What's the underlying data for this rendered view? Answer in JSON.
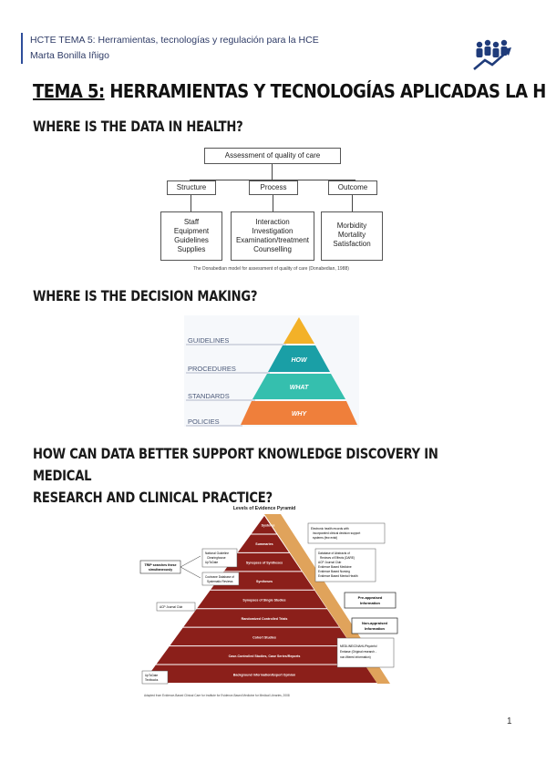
{
  "header": {
    "line1": "HCTE TEMA 5: Herramientas, tecnologías y regulación para la HCE",
    "line2": "Marta Bonilla Iñigo"
  },
  "title": {
    "prefix": "TEMA 5:",
    "rest": " HERRAMIENTAS Y TECNOLOGÍAS APLICADAS LA HCE"
  },
  "sections": {
    "s1": "WHERE IS THE DATA IN HEALTH?",
    "s2": "WHERE IS THE DECISION MAKING?",
    "s3a": "HOW CAN DATA BETTER SUPPORT KNOWLEDGE DISCOVERY IN MEDICAL",
    "s3b": "RESEARCH AND CLINICAL PRACTICE?"
  },
  "donabedian": {
    "top": "Assessment of quality of care",
    "structure": "Structure",
    "process": "Process",
    "outcome": "Outcome",
    "structure_items": [
      "Staff",
      "Equipment",
      "Guidelines",
      "Supplies"
    ],
    "process_items": [
      "Interaction",
      "Investigation",
      "Examination/treatment",
      "Counselling"
    ],
    "outcome_items": [
      "Morbidity",
      "Mortality",
      "Satisfaction"
    ],
    "caption": "The Donabedian model for assessment of quality of care (Donabedian, 1988)"
  },
  "decision": {
    "labels": [
      "GUIDELINES",
      "PROCEDURES",
      "STANDARDS",
      "POLICIES"
    ],
    "tiers": [
      "HOW",
      "WHAT",
      "WHY"
    ],
    "colors": {
      "top": "#f3b128",
      "how": "#1a9fa6",
      "what": "#35bfae",
      "why": "#ef7f3b"
    }
  },
  "evidence": {
    "title": "Levels of Evidence Pyramid",
    "levels": [
      "Systems",
      "Summaries",
      "Synopses of Syntheses",
      "Syntheses",
      "Synopses of Single Studies",
      "Randomized Controlled Trials",
      "Cohort Studies",
      "Case-Controlled Studies, Case Series/Reports",
      "Background Information/Expert Opinion"
    ],
    "trip": [
      "TRIP searches these",
      "simultaneously"
    ],
    "left_notes": {
      "summaries": [
        "National Guideline",
        "Clearinghouse",
        "UpToDate"
      ],
      "synopses": [
        "Cochrane Database of",
        "Systematic Reviews"
      ],
      "single": [
        "ACP Journal Club"
      ],
      "background": [
        "UpToDate",
        "Textbooks"
      ]
    },
    "right_notes": {
      "systems": [
        "Electronic health records with",
        "incorporated clinical decision support",
        "systems (few exist)"
      ],
      "synopses": [
        "Database of Abstracts of",
        "Reviews of Effects (DARE)",
        "ACP Journal Club",
        "Evidence Based Medicine",
        "Evidence Based Nursing",
        "Evidence Based Mental Health"
      ],
      "preappraised": [
        "Pre-appraised",
        "Information"
      ],
      "nonappraised": [
        "Non-appraised",
        "Information"
      ],
      "medline": [
        "MEDLINE/CINAHL/PsycInfo/",
        "Embase (Original research -",
        "non-filtered information)"
      ]
    },
    "caption": "Adapted from Evidence-Based Clinical Care for Institute for Evidence-Based Medicine for Medical Libraries, 2008"
  },
  "page_number": "1"
}
